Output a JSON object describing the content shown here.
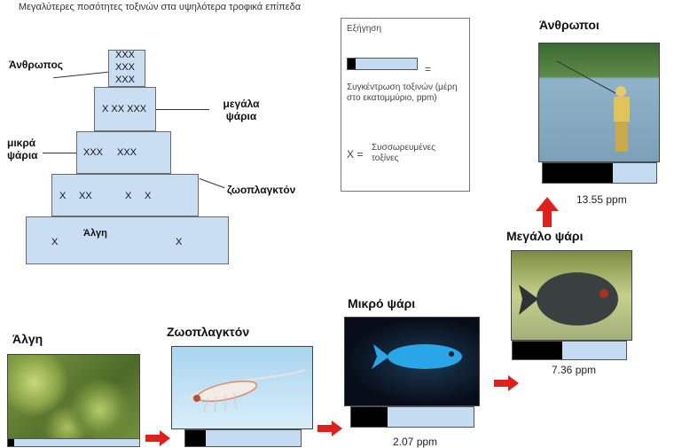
{
  "title": "Μεγαλύτερες ποσότητες τοξινών στα υψηλότερα τροφικά επίπεδα",
  "pyramid": {
    "tiers": [
      {
        "name": "Άνθρωπος",
        "marks": [
          "XXX",
          "XXX",
          "XXX"
        ]
      },
      {
        "name": "μεγάλα ψάρια",
        "marks": [
          "X XX XXX"
        ]
      },
      {
        "name": "μικρά ψάρια",
        "marks": [
          "XXX",
          "XXX"
        ]
      },
      {
        "name": "ζωοπλαγκτόν",
        "marks": [
          "X",
          "XX",
          "X",
          "X"
        ]
      },
      {
        "name": "Άλγη",
        "marks": [
          "X",
          "X"
        ]
      }
    ]
  },
  "legend": {
    "title": "Εξήγηση",
    "bar_equals": "=",
    "bar_meaning": "Συγκέντρωση τοξινών (μέρη στο εκατομμύριο, ppm)",
    "x_symbol": "X =",
    "x_meaning": "Συσσωρευμένες τοξίνες"
  },
  "chain": [
    {
      "label": "Άλγη",
      "ppm": "",
      "level": 0.05
    },
    {
      "label": "Ζωοπλαγκτόν",
      "ppm": "",
      "level": 0.18
    },
    {
      "label": "Μικρό ψάρι",
      "ppm": "2.07 ppm",
      "level": 0.3
    },
    {
      "label": "Μεγάλο ψάρι",
      "ppm": "7.36 ppm",
      "level": 0.44
    },
    {
      "label": "Άνθρωποι",
      "ppm": "13.55 ppm",
      "level": 0.62
    }
  ],
  "colors": {
    "arrow": "#e0201a",
    "bar_bg": "#c3dcf2",
    "tier": "#c9def2"
  }
}
